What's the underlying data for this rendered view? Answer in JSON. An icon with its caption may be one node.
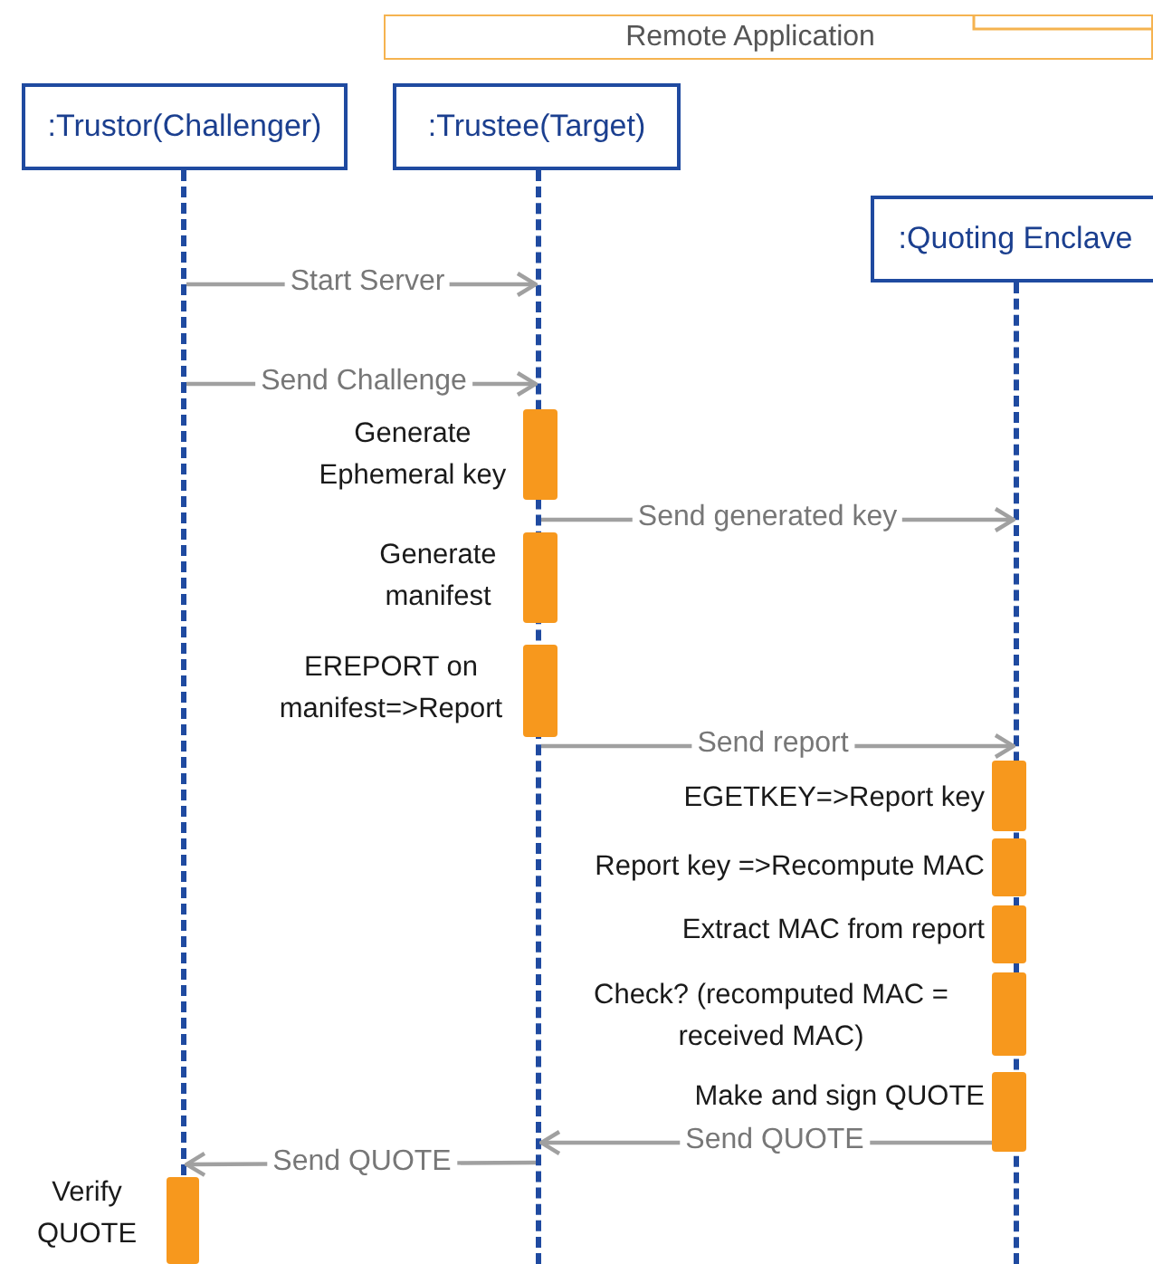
{
  "diagram": {
    "nodes": [
      {
        "text": [
          "Remote Application"
        ]
      },
      {
        "text": [
          ":Trustor(Challenger)"
        ]
      },
      {
        "text": [
          ":Trustee(Target)"
        ]
      },
      {
        "text": [
          ":Quoting Enclave"
        ]
      },
      {
        "text": [],
        "shape": "line"
      },
      {
        "text": [],
        "shape": "line"
      },
      {
        "text": [],
        "shape": "line"
      },
      {
        "text": [],
        "shape": "bar",
        "beside": [
          "Generate Ephemeral key"
        ]
      },
      {
        "text": [],
        "shape": "bar",
        "beside": [
          "Generate manifest"
        ]
      },
      {
        "text": [],
        "shape": "bar",
        "beside": [
          "EREPORT on manifest=>Report"
        ]
      },
      {
        "text": [],
        "shape": "bar",
        "beside": [
          "EGETKEY=>Report key"
        ]
      },
      {
        "text": [],
        "shape": "bar",
        "beside": [
          "Report key =>Recompute MAC"
        ]
      },
      {
        "text": [],
        "shape": "bar",
        "beside": [
          "Extract MAC from report"
        ]
      },
      {
        "text": [],
        "shape": "bar",
        "beside": [
          "Check? (recomputed MAC = received MAC)"
        ]
      },
      {
        "text": [],
        "shape": "bar",
        "beside": [
          "Make and sign QUOTE"
        ]
      },
      {
        "text": [],
        "shape": "bar",
        "beside": [
          "Verify QUOTE"
        ]
      }
    ],
    "edges": [
      {
        "from": 4,
        "to": 5,
        "arrow": "to",
        "label": "Start Server"
      },
      {
        "from": 4,
        "to": 5,
        "arrow": "to",
        "label": "Send Challenge"
      },
      {
        "from": 5,
        "to": 6,
        "arrow": "to",
        "label": "Send generated key"
      },
      {
        "from": 5,
        "to": 6,
        "arrow": "to",
        "label": "Send report"
      },
      {
        "from": 14,
        "to": 5,
        "arrow": "to",
        "label": "Send QUOTE"
      },
      {
        "from": 5,
        "to": 4,
        "arrow": "to",
        "label": "Send QUOTE"
      }
    ]
  }
}
